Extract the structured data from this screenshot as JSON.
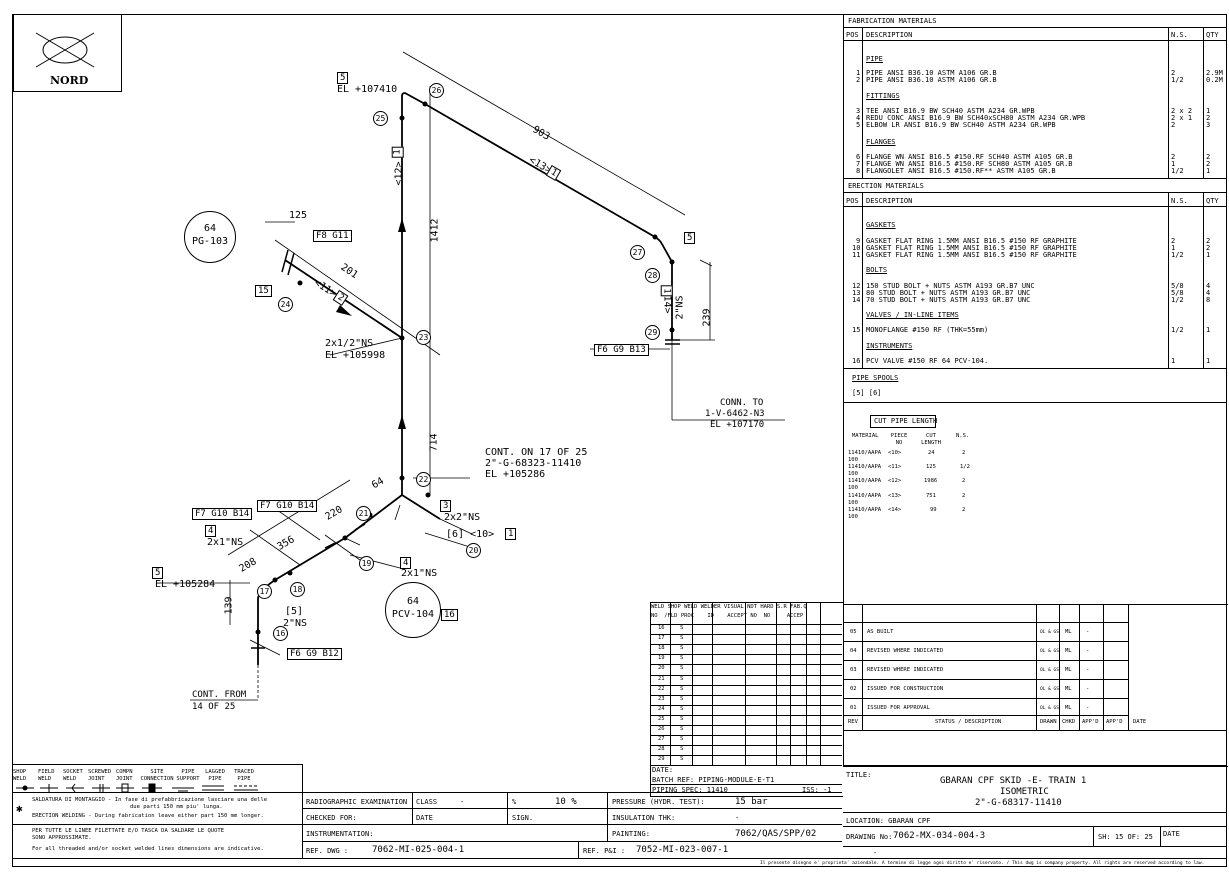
{
  "north": {
    "label": "NORD"
  },
  "drawing": {
    "elev_top": "EL +107410",
    "spool5_tag": "5",
    "dim_903": "903",
    "dim_1412": "1412",
    "dim_714": "714",
    "dim_239": "239",
    "dim_125": "125",
    "dim_201": "201",
    "dim_220": "220",
    "dim_356": "356",
    "dim_208": "208",
    "dim_64": "64",
    "dim_139": "139",
    "pipe12": "<12>",
    "pipe12_box": "1",
    "pipe13": "<13>",
    "pipe13_box": "1",
    "pipe14": "<14>",
    "pipe14_box": "1",
    "pipe11": "<11>",
    "pipe11_box": "2",
    "ns_2": "2\"NS",
    "tee_ns": "2x1/2\"NS",
    "el_105998": "EL +105998",
    "pg_num": "64",
    "pg_tag": "PG-103",
    "f8": "F8 G11",
    "box15": "15",
    "f6_b13": "F6 G9 B13",
    "conn_to_1": "CONN. TO",
    "conn_to_2": "1-V-6462-N3",
    "conn_to_3": "EL +107170",
    "cont_on_1": "CONT. ON 17 OF 25",
    "cont_on_2": "2\"-G-68323-11410",
    "cont_on_3": "EL +105286",
    "box3": "3",
    "ns_2x2": "2x2\"NS",
    "pipe10": "[6] <10>",
    "pipe10_box": "1",
    "f7_g10_b14_a": "F7 G10 B14",
    "f7_g10_b14_b": "F7 G10 B14",
    "box4a": "4",
    "ns_2x1a": "2x1\"NS",
    "box4b": "4",
    "ns_2x1b": "2x1\"NS",
    "pcv_num": "64",
    "pcv_tag": "PCV-104",
    "box16": "16",
    "box5b": "5",
    "el_105284": "EL +105284",
    "spool5": "[5]",
    "ns_2b": "2\"NS",
    "f6_b12": "F6 G9 B12",
    "cont_from_1": "CONT. FROM",
    "cont_from_2": "14 OF 25",
    "bubbles": [
      "26",
      "25",
      "27",
      "28",
      "29",
      "23",
      "24",
      "22",
      "21",
      "20",
      "19",
      "18",
      "17",
      "16"
    ]
  },
  "fabrication": {
    "title": "FABRICATION MATERIALS",
    "headers": [
      "POS",
      "DESCRIPTION",
      "N.S.",
      "QTY"
    ],
    "groups": [
      {
        "heading": "PIPE",
        "rows": [
          {
            "pos": "1",
            "desc": "PIPE ANSI B36.10  ASTM A106 GR.B",
            "ns": "2",
            "qty": "2.9M"
          },
          {
            "pos": "2",
            "desc": "PIPE ANSI B36.10  ASTM A106 GR.B",
            "ns": "1/2",
            "qty": "0.2M"
          }
        ]
      },
      {
        "heading": "FITTINGS",
        "rows": [
          {
            "pos": "3",
            "desc": "TEE ANSI B16.9 BW SCH40 ASTM A234 GR.WPB",
            "ns": "2 x 2",
            "qty": "1"
          },
          {
            "pos": "4",
            "desc": "REDU CONC ANSI B16.9 BW SCH40xSCH80 ASTM A234 GR.WPB",
            "ns": "2 x 1",
            "qty": "2"
          },
          {
            "pos": "5",
            "desc": "ELBOW LR ANSI B16.9 BW SCH40 ASTM A234 GR.WPB",
            "ns": "2",
            "qty": "3"
          }
        ]
      },
      {
        "heading": "FLANGES",
        "rows": [
          {
            "pos": "6",
            "desc": "FLANGE WN ANSI B16.5 #150.RF SCH40 ASTM A105 GR.B",
            "ns": "2",
            "qty": "2"
          },
          {
            "pos": "7",
            "desc": "FLANGE WN ANSI B16.5 #150.RF SCH80 ASTM A105 GR.B",
            "ns": "1",
            "qty": "2"
          },
          {
            "pos": "8",
            "desc": "FLANGOLET  ANSI B16.5 #150.RF** ASTM A105 GR.B",
            "ns": "1/2",
            "qty": "1"
          }
        ]
      }
    ]
  },
  "erection": {
    "title": "ERECTION MATERIALS",
    "headers": [
      "POS",
      "DESCRIPTION",
      "N.S.",
      "QTY"
    ],
    "groups": [
      {
        "heading": "GASKETS",
        "rows": [
          {
            "pos": "9",
            "desc": "GASKET FLAT RING 1.5MM ANSI B16.5 #150 RF GRAPHITE",
            "ns": "2",
            "qty": "2"
          },
          {
            "pos": "10",
            "desc": "GASKET FLAT RING 1.5MM ANSI B16.5 #150 RF GRAPHITE",
            "ns": "1",
            "qty": "2"
          },
          {
            "pos": "11",
            "desc": "GASKET FLAT RING 1.5MM ANSI B16.5 #150 RF GRAPHITE",
            "ns": "1/2",
            "qty": "1"
          }
        ]
      },
      {
        "heading": "BOLTS",
        "rows": [
          {
            "pos": "12",
            "desc": "150 STUD BOLT + NUTS ASTM A193 GR.B7 UNC",
            "ns": "5/8",
            "qty": "4"
          },
          {
            "pos": "13",
            "desc": "80 STUD BOLT + NUTS ASTM A193 GR.B7 UNC",
            "ns": "5/8",
            "qty": "4"
          },
          {
            "pos": "14",
            "desc": "70 STUD BOLT + NUTS ASTM A193 GR.B7 UNC",
            "ns": "1/2",
            "qty": "8"
          }
        ]
      },
      {
        "heading": "VALVES / IN-LINE ITEMS",
        "rows": [
          {
            "pos": "15",
            "desc": "MONOFLANGE #150 RF (THK=55mm)",
            "ns": "1/2",
            "qty": "1"
          }
        ]
      },
      {
        "heading": "INSTRUMENTS",
        "rows": [
          {
            "pos": "16",
            "desc": "PCV VALVE #150 RF 64 PCV-104.",
            "ns": "1",
            "qty": "1"
          }
        ]
      }
    ]
  },
  "spools": {
    "title": "PIPE SPOOLS",
    "list": "[5] [6]"
  },
  "cut": {
    "title": "CUT PIPE LENGTH",
    "headers": [
      "MATERIAL",
      "PIECE NO",
      "CUT LENGTH",
      "N.S."
    ],
    "rows": [
      {
        "mat": "11410/AAPA",
        "piece": "<10>",
        "len": "24",
        "ns": "2"
      },
      {
        "mat": "11410/AAPA",
        "piece": "<11>",
        "len": "125",
        "ns": "1/2"
      },
      {
        "mat": "11410/AAPA",
        "piece": "<12>",
        "len": "1986",
        "ns": "2"
      },
      {
        "mat": "11410/AAPA",
        "piece": "<13>",
        "len": "751",
        "ns": "2"
      },
      {
        "mat": "11410/AAPA",
        "piece": "<14>",
        "len": "99",
        "ns": "2"
      }
    ],
    "suffix": "100"
  },
  "weld": {
    "headers1": [
      "WELD",
      "SHOP",
      "WELD",
      "WELDER",
      "VISUAL",
      "NDT",
      "HARD",
      "S.R",
      "FAB.Q"
    ],
    "headers2": [
      "NO",
      "/FLD",
      "PROC",
      "ID",
      "ACCEPT",
      "NO",
      "NO",
      "",
      "ACCEP"
    ],
    "rows": [
      [
        "16",
        "S"
      ],
      [
        "17",
        "S"
      ],
      [
        "18",
        "S"
      ],
      [
        "19",
        "S"
      ],
      [
        "20",
        "S"
      ],
      [
        "21",
        "S"
      ],
      [
        "22",
        "S"
      ],
      [
        "23",
        "S"
      ],
      [
        "24",
        "S"
      ],
      [
        "25",
        "S"
      ],
      [
        "26",
        "S"
      ],
      [
        "27",
        "S"
      ],
      [
        "28",
        "S"
      ],
      [
        "29",
        "S"
      ]
    ],
    "date": "DATE:",
    "batch": "BATCH REF: PIPING-MODULE-E-T1",
    "spec": "PIPING SPEC: 11410",
    "iss": "ISS: -1"
  },
  "revisions": {
    "rows": [
      {
        "rev": "05",
        "desc": "AS BUILT",
        "drawn": "OL & GS",
        "chkd": "ML",
        "app": "-"
      },
      {
        "rev": "04",
        "desc": "REVISED WHERE INDICATED",
        "drawn": "OL & GS",
        "chkd": "ML",
        "app": "-"
      },
      {
        "rev": "03",
        "desc": "REVISED WHERE INDICATED",
        "drawn": "OL & GS",
        "chkd": "ML",
        "app": "-"
      },
      {
        "rev": "02",
        "desc": "ISSUED FOR CONSTRUCTION",
        "drawn": "OL & GS",
        "chkd": "ML",
        "app": "-"
      },
      {
        "rev": "01",
        "desc": "ISSUED FOR APPROVAL",
        "drawn": "OL & GS",
        "chkd": "ML",
        "app": "-"
      }
    ],
    "headers": [
      "REV",
      "STATUS / DESCRIPTION",
      "DRAWN",
      "CHKD",
      "APP'D",
      "APP'D",
      "DATE"
    ]
  },
  "titleblock": {
    "title_label": "TITLE:",
    "title1": "GBARAN CPF     SKID  -E-   TRAIN 1",
    "title2": "ISOMETRIC",
    "title3": "2\"-G-68317-11410",
    "location": "LOCATION:  GBARAN CPF",
    "drawing_label": "DRAWING No:",
    "drawing_no": "7062-MX-034-004-3",
    "sheet": "SH: 15  OF: 25",
    "date_label": "DATE",
    "dash": "-"
  },
  "bottom": {
    "legend": [
      "SHOP WELD",
      "FIELD WELD",
      "SOCKET WELD",
      "SCREWED JOINT",
      "COMPN JOINT",
      "SITE CONNECTION",
      "PIPE SUPPORT",
      "LAGGED PIPE",
      "TRACED PIPE"
    ],
    "note1a": "SALDATURA DI MONTAGGIO - In fase di prefabbricazione lasciare una delle",
    "note1b": "due parti 150 mm piu' lunga.",
    "note2": "ERECTION WELDING - During fabrication leave either part 150 mm longer.",
    "note3a": "PER TUTTE LE LINEE FILETTATE E/O TASCA DA SALDARE LE QUOTE",
    "note3b": "SONO APPROSSIMATE.",
    "note4": "For all threaded and/or socket welded lines dimensions are indicative.",
    "radio": "RADIOGRAPHIC EXAMINATION",
    "class": "CLASS",
    "class_val": "-",
    "pct": "%",
    "pct_val": "10 %",
    "pressure": "PRESSURE (HYDR. TEST):",
    "pressure_val": "15 bar",
    "checked": "CHECKED FOR:",
    "date": "DATE",
    "sign": "SIGN.",
    "insulation": "INSULATION THK:",
    "insulation_val": "-",
    "instrumentation": "INSTRUMENTATION:",
    "painting": "PAINTING:",
    "painting_val": "7062/QAS/SPP/02",
    "refdwg": "REF. DWG :",
    "refdwg_val": "7062-MI-025-004-1",
    "refpid": "REF. P&I :",
    "refpid_val": "7052-MI-023-007-1",
    "copyright": "Il presente disegno e' proprieta' aziendale. A termine di legge ogni diritto e' riservato. / This dwg is company property. All rights are reserved according to law."
  }
}
